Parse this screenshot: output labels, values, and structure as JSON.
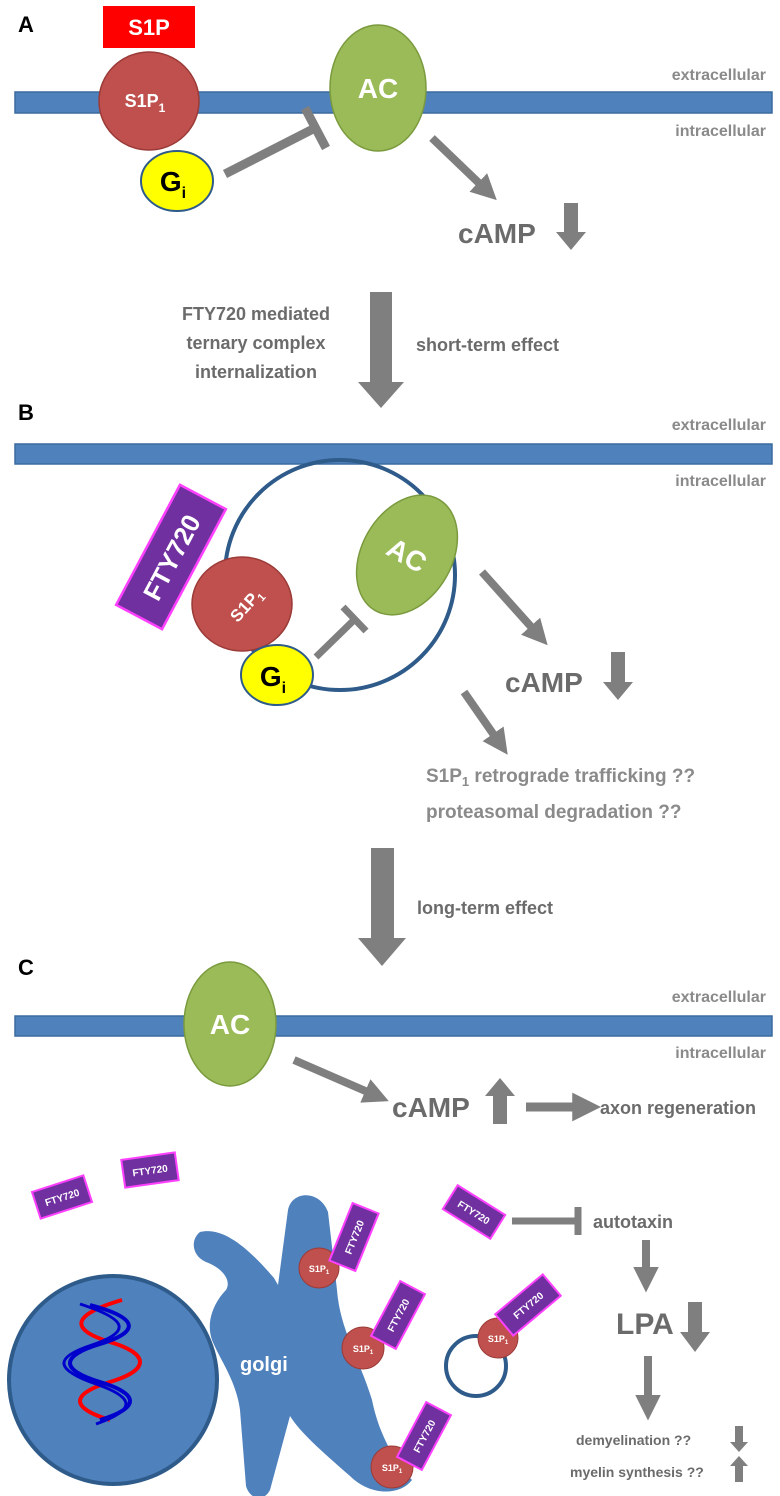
{
  "panels": {
    "a": {
      "label": "A",
      "extracellular": "extracellular",
      "intracellular": "intracellular",
      "ligand": "S1P",
      "receptor_main": "S1P",
      "receptor_sub": "1",
      "enzyme": "AC",
      "gprotein_main": "G",
      "gprotein_sub": "i",
      "camp": "cAMP"
    },
    "transition1": {
      "left_line1": "FTY720 mediated",
      "left_line2": "ternary complex",
      "left_line3": "internalization",
      "right": "short-term effect"
    },
    "b": {
      "label": "B",
      "extracellular": "extracellular",
      "intracellular": "intracellular",
      "drug": "FTY720",
      "receptor_main": "S1P",
      "receptor_sub": "1",
      "enzyme": "AC",
      "gprotein_main": "G",
      "gprotein_sub": "i",
      "camp": "cAMP",
      "fate1_main": "S1P",
      "fate1_sub": "1",
      "fate1_rest": " retrograde trafficking ??",
      "fate2": "proteasomal degradation ??"
    },
    "transition2": {
      "right": "long-term effect"
    },
    "c": {
      "label": "C",
      "extracellular": "extracellular",
      "intracellular": "intracellular",
      "enzyme": "AC",
      "camp": "cAMP",
      "outcome": "axon regeneration",
      "drug": "FTY720",
      "receptor_main": "S1P",
      "receptor_sub": "1",
      "organelle": "golgi",
      "autotaxin": "autotaxin",
      "lpa": "LPA",
      "demyelination": "demyelination ??",
      "myelin": "myelin synthesis ??"
    }
  },
  "colors": {
    "membrane": "#4f81bd",
    "membrane_border": "#3a6a9e",
    "receptor": "#c0504d",
    "enzyme": "#9bbb59",
    "gprotein": "#ffff00",
    "ligand": "#ff0000",
    "drug": "#7030a0",
    "drug_border": "#ff40ff",
    "arrow": "#7f7f7f",
    "vesicle": "#2e5b8a",
    "text": "#6b6b6b"
  }
}
